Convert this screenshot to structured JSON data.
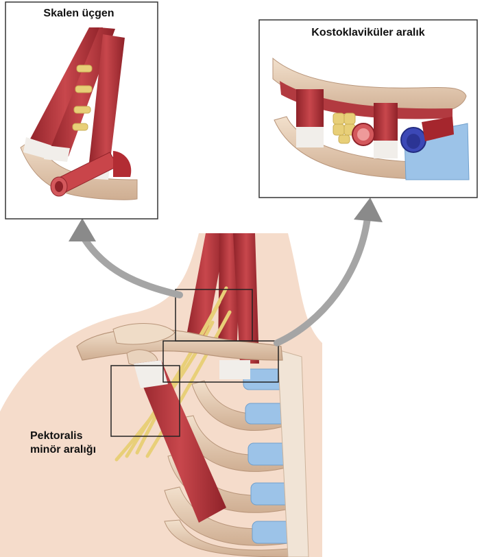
{
  "labels": {
    "scalene_triangle": "Skalen üçgen",
    "costoclavicular_space": "Kostoklaviküler aralık",
    "pectoralis_minor_line1": "Pektoralis",
    "pectoralis_minor_line2": "minör aralığı"
  },
  "colors": {
    "muscle": "#b8373d",
    "muscle_dark": "#8f2229",
    "tendon": "#f1eeea",
    "nerve": "#e8cf78",
    "artery": "#c9454a",
    "vein": "#3c48b6",
    "bone": "#e6cdb3",
    "cartilage": "#9cc3e8",
    "skin": "#f5dccb",
    "arrow": "#8a8a8a"
  }
}
